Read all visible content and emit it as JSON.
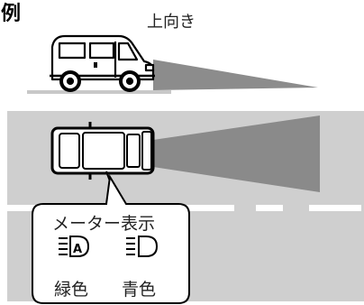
{
  "example_label": "例",
  "side_view_caption": "上向き",
  "callout": {
    "title": "メーター表示",
    "indicator_left_label": "緑色",
    "indicator_right_label": "青色"
  },
  "colors": {
    "road": "#cfcfcf",
    "beam": "#8a8a8a",
    "indicator_auto_high_beam": "green",
    "indicator_high_beam": "blue"
  },
  "icons": [
    "auto-high-beam-icon",
    "high-beam-icon"
  ]
}
